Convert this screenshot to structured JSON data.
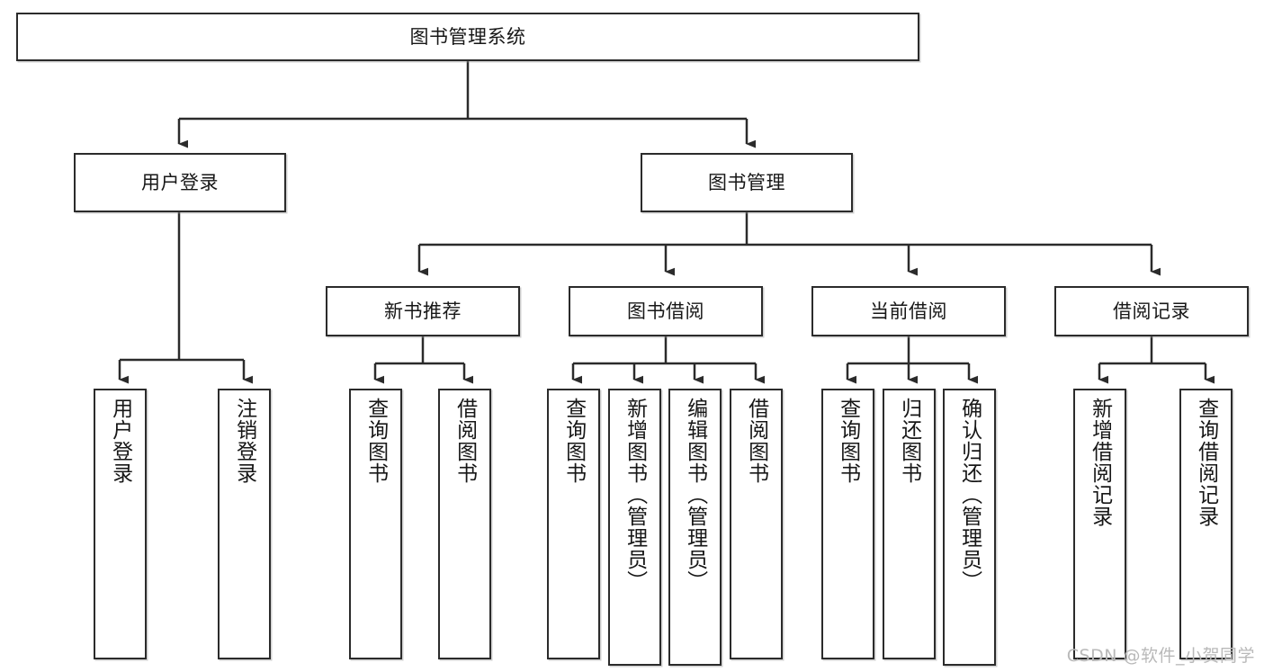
{
  "diagram": {
    "title": "图书管理系统",
    "type": "tree-hierarchy-chart",
    "colors": {
      "stroke": "#2b2b2b",
      "fill": "#ffffff",
      "text": "#171717",
      "watermark": "#b9b9b9"
    },
    "nodes": {
      "root": {
        "label": "图书管理系统",
        "level": 1,
        "orientation": "horizontal"
      },
      "l2": [
        {
          "id": "user-login",
          "label": "用户登录",
          "level": 2,
          "orientation": "horizontal"
        },
        {
          "id": "book-management",
          "label": "图书管理",
          "level": 2,
          "orientation": "horizontal"
        }
      ],
      "l3": [
        {
          "id": "new-book-recommend",
          "label": "新书推荐",
          "level": 3,
          "orientation": "horizontal"
        },
        {
          "id": "book-borrow",
          "label": "图书借阅",
          "level": 3,
          "orientation": "horizontal"
        },
        {
          "id": "current-borrow",
          "label": "当前借阅",
          "level": 3,
          "orientation": "horizontal"
        },
        {
          "id": "borrow-record",
          "label": "借阅记录",
          "level": 3,
          "orientation": "horizontal"
        }
      ],
      "leaves": [
        {
          "id": "leaf-user-login",
          "label": "用户登录",
          "parent": "user-login",
          "orientation": "vertical"
        },
        {
          "id": "leaf-user-logout",
          "label": "注销登录",
          "parent": "user-login",
          "orientation": "vertical"
        },
        {
          "id": "leaf-query-book-1",
          "label": "查询图书",
          "parent": "new-book-recommend",
          "orientation": "vertical"
        },
        {
          "id": "leaf-borrow-book-1",
          "label": "借阅图书",
          "parent": "new-book-recommend",
          "orientation": "vertical"
        },
        {
          "id": "leaf-query-book-2",
          "label": "查询图书",
          "parent": "book-borrow",
          "orientation": "vertical"
        },
        {
          "id": "leaf-add-book",
          "label": "新增图书（管理员）",
          "parent": "book-borrow",
          "orientation": "vertical"
        },
        {
          "id": "leaf-edit-book",
          "label": "编辑图书（管理员）",
          "parent": "book-borrow",
          "orientation": "vertical"
        },
        {
          "id": "leaf-borrow-book-2",
          "label": "借阅图书",
          "parent": "book-borrow",
          "orientation": "vertical"
        },
        {
          "id": "leaf-query-book-3",
          "label": "查询图书",
          "parent": "current-borrow",
          "orientation": "vertical"
        },
        {
          "id": "leaf-return-book",
          "label": "归还图书",
          "parent": "current-borrow",
          "orientation": "vertical"
        },
        {
          "id": "leaf-confirm-return",
          "label": "确认归还（管理员）",
          "parent": "current-borrow",
          "orientation": "vertical"
        },
        {
          "id": "leaf-add-record",
          "label": "新增借阅记录",
          "parent": "borrow-record",
          "orientation": "vertical"
        },
        {
          "id": "leaf-query-record",
          "label": "查询借阅记录",
          "parent": "borrow-record",
          "orientation": "vertical"
        }
      ]
    },
    "watermark": "CSDN @软件_小贺同学"
  }
}
